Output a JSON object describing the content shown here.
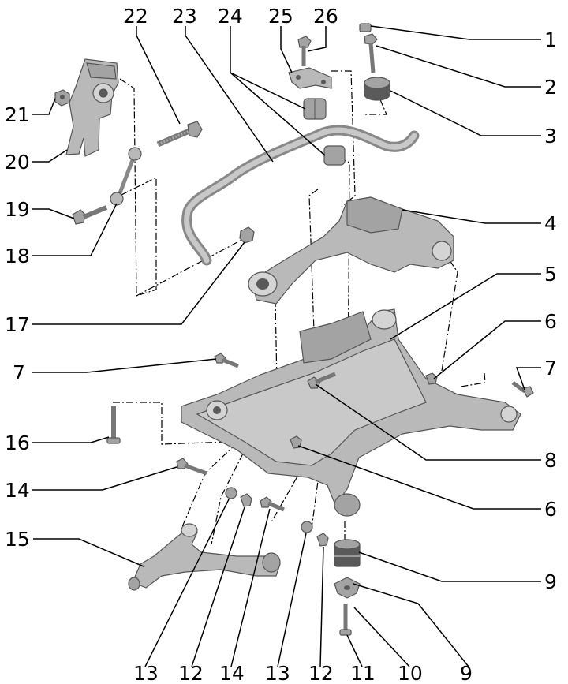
{
  "labels": {
    "l1": "1",
    "l2": "2",
    "l3": "3",
    "l4": "4",
    "l5": "5",
    "l6a": "6",
    "l6b": "6",
    "l7a": "7",
    "l7b": "7",
    "l8": "8",
    "l9": "9",
    "l10": "10",
    "l11": "11",
    "l12a": "12",
    "l12b": "12",
    "l13a": "13",
    "l13b": "13",
    "l14a": "14",
    "l14b": "14",
    "l15": "15",
    "l16": "16",
    "l17": "17",
    "l18": "18",
    "l19": "19",
    "l20": "20",
    "l21": "21",
    "l22": "22",
    "l23": "23",
    "l24": "24",
    "l25": "25",
    "l26": "26"
  }
}
